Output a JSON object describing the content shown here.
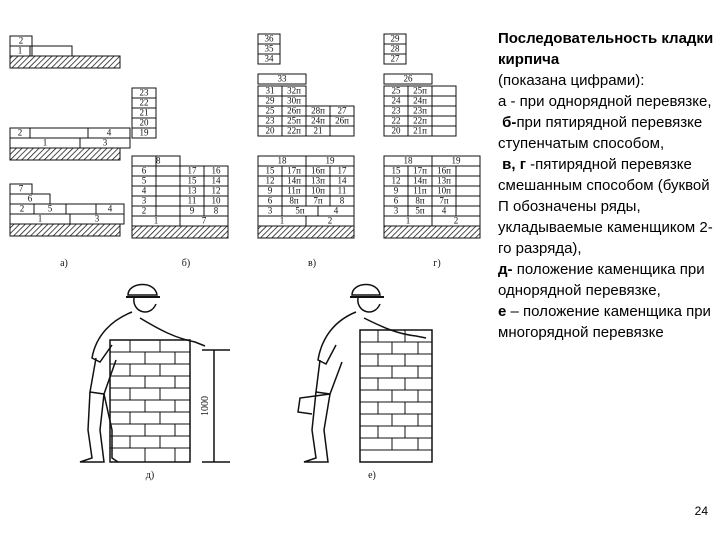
{
  "caption": {
    "title": "Последовательность кладки кирпича",
    "line2": "(показана цифрами):",
    "a_letter": "а",
    "a_text": " - при однорядной перевязке,",
    "b_letter": "б-",
    "b_text": "при пятирядной перевязке ступенчатым способом,",
    "v_letter": "в, г",
    "v_text": " -пятирядной перевязке смешанным способом (буквой П обозначены ряды, укладываемые каменщиком 2-го разряда),",
    "d_letter": "д-",
    "d_text": " положение каменщика при однорядной перевязке,",
    "e_letter": "е",
    "e_text": " – положение каменщика при многорядной перевязке"
  },
  "page_number": "24",
  "figure": {
    "panel_labels": {
      "a": "а)",
      "b": "б)",
      "v": "в)",
      "g": "г)",
      "d": "д)",
      "e": "е)"
    },
    "height_label": "1000",
    "diagram_a": {
      "top": [
        [
          "2"
        ],
        [
          "1"
        ]
      ],
      "middle": [
        [
          "2",
          "4"
        ],
        [
          "1",
          "3"
        ]
      ],
      "bottom": [
        [
          "7"
        ],
        [
          "6"
        ],
        [
          "2",
          "5",
          "4"
        ],
        [
          "1",
          "3"
        ]
      ]
    },
    "diagram_b": {
      "upper": [
        "23",
        "22",
        "21",
        "20",
        "19"
      ],
      "rows": [
        [
          "18"
        ],
        [
          "6",
          "17",
          "16"
        ],
        [
          "5",
          "15",
          "14"
        ],
        [
          "4",
          "13",
          "12"
        ],
        [
          "3",
          "11",
          "10"
        ],
        [
          "2",
          "9",
          "8"
        ],
        [
          "1",
          "7"
        ]
      ]
    },
    "diagram_v": {
      "upper": [
        "36",
        "35",
        "34"
      ],
      "mid33": "33",
      "mid": [
        [
          "31",
          "32п"
        ],
        [
          "29",
          "30п"
        ],
        [
          "25",
          "26п",
          "28п",
          "27"
        ],
        [
          "23",
          "25п",
          "24п",
          "26п"
        ],
        [
          "20",
          "22п",
          "21"
        ]
      ],
      "rows": [
        [
          "18",
          "19"
        ],
        [
          "15",
          "17п",
          "16п",
          "17"
        ],
        [
          "12",
          "14п",
          "13п",
          "14"
        ],
        [
          "9",
          "11п",
          "10п",
          "11"
        ],
        [
          "6",
          "8п",
          "7п",
          "8"
        ],
        [
          "3",
          "5п",
          "4"
        ],
        [
          "1",
          "2"
        ]
      ]
    },
    "diagram_g": {
      "upper": [
        "29",
        "28",
        "27"
      ],
      "mid26": "26",
      "mid": [
        [
          "25",
          "25п"
        ],
        [
          "24",
          "24п"
        ],
        [
          "23",
          "23п"
        ],
        [
          "22",
          "22п"
        ],
        [
          "20",
          "21п"
        ]
      ],
      "rows": [
        [
          "18",
          "19"
        ],
        [
          "15",
          "17п",
          "16п"
        ],
        [
          "12",
          "14п",
          "13п"
        ],
        [
          "9",
          "11п",
          "10п"
        ],
        [
          "6",
          "8п",
          "7п"
        ],
        [
          "3",
          "5п",
          "4"
        ],
        [
          "1",
          "2"
        ]
      ]
    }
  }
}
